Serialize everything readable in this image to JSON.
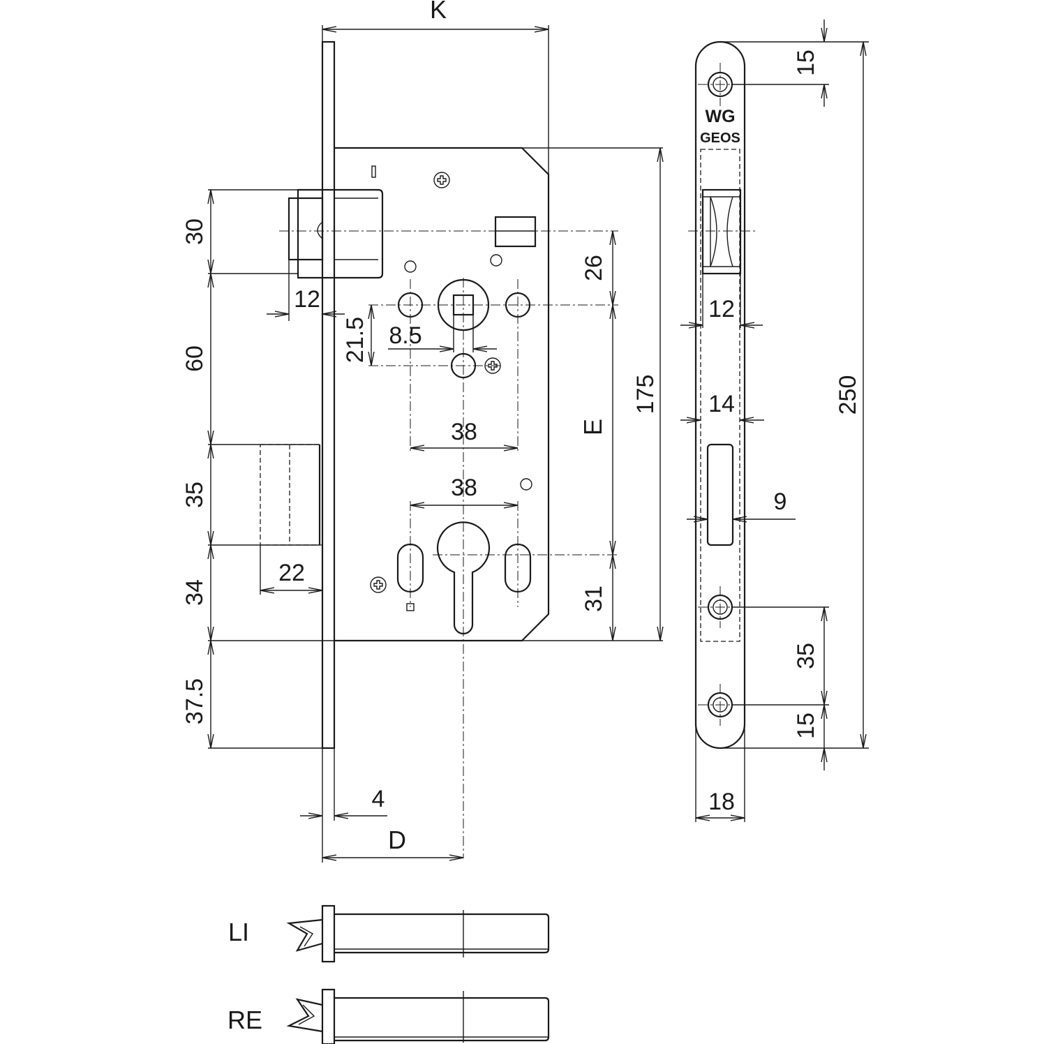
{
  "dimensions": {
    "k": "K",
    "d": "D",
    "e": "E",
    "front_plate_thickness": "4",
    "latch_height": "30",
    "latch_projection": "12",
    "latch_to_bolt": "60",
    "bolt_height": "35",
    "bolt_projection": "22",
    "bolt_to_case_bottom": "34",
    "case_to_plate_bottom": "37.5",
    "latch_to_follower": "26",
    "follower_offset": "21.5",
    "follower_square": "8.5",
    "handle_screw_spacing": "38",
    "cylinder_screw_spacing": "38",
    "cylinder_to_case_bottom": "31",
    "case_height": "175",
    "strike_top_screw": "15",
    "strike_latch_width": "12",
    "strike_bolt_width": "14",
    "strike_bolt_slot": "9",
    "strike_screw_spacing": "35",
    "strike_bottom_screw": "15",
    "strike_width": "18",
    "strike_length": "250"
  },
  "strike_logo": {
    "brand": "WG",
    "model": "GEOS"
  },
  "latch_variants": {
    "left": "LI",
    "right": "RE"
  }
}
